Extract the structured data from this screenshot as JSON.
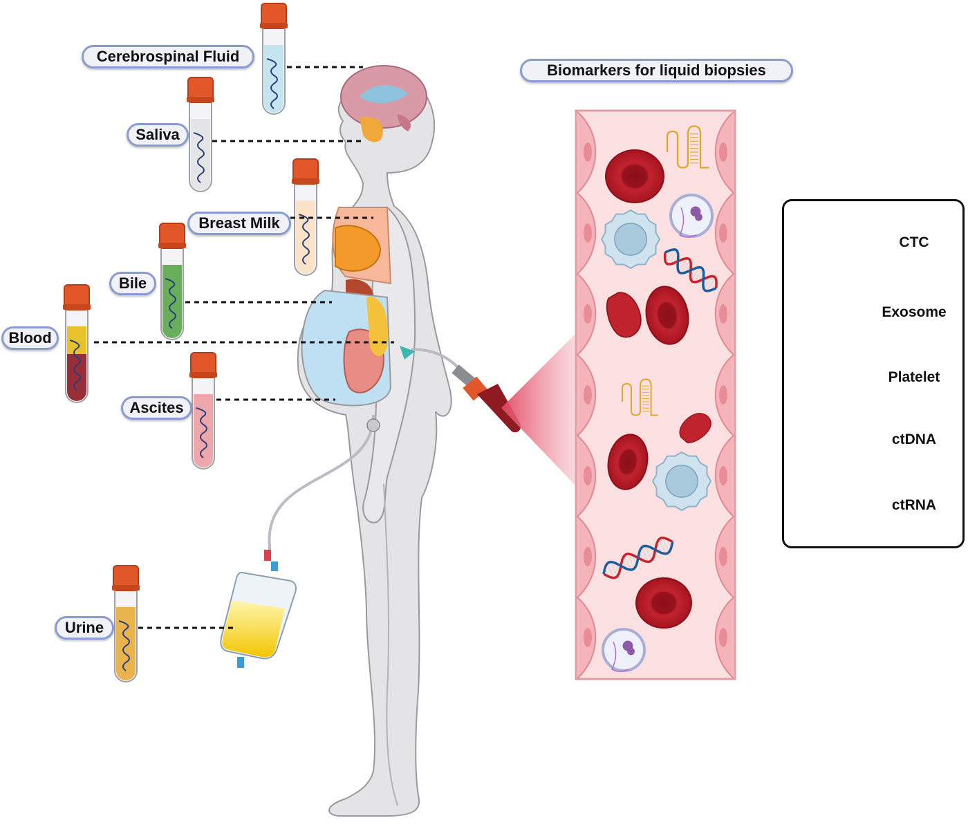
{
  "title": "Biomarkers for liquid biopsies",
  "samples": [
    {
      "label": "Cerebrospinal Fluid",
      "tube_color": "#bfe3f0"
    },
    {
      "label": "Saliva",
      "tube_color": "#e3e3e6"
    },
    {
      "label": "Breast Milk",
      "tube_color": "#fbe1c4"
    },
    {
      "label": "Bile",
      "tube_color": "#5aa64a"
    },
    {
      "label": "Blood",
      "tube_color": "#8e1a22"
    },
    {
      "label": "Ascites",
      "tube_color": "#ec9ea2"
    },
    {
      "label": "Urine",
      "tube_color": "#e8ad3c"
    }
  ],
  "legend": [
    {
      "label": "CTC",
      "icon": "ctc-icon"
    },
    {
      "label": "Exosome",
      "icon": "exosome-icon"
    },
    {
      "label": "Platelet",
      "icon": "platelet-icon"
    },
    {
      "label": "ctDNA",
      "icon": "ctdna-icon"
    },
    {
      "label": "ctRNA",
      "icon": "ctrna-icon"
    }
  ],
  "colors": {
    "pill_border": "#8a9bd0",
    "cap": "#e2572a",
    "body": "#e6e6e6",
    "vessel_bg": "#fde3e3",
    "rbc": "#c0222e",
    "dna_red": "#c8232c",
    "dna_blue": "#1f5c9c",
    "rna": "#e0a628",
    "ctc": "#cfe3ef"
  }
}
